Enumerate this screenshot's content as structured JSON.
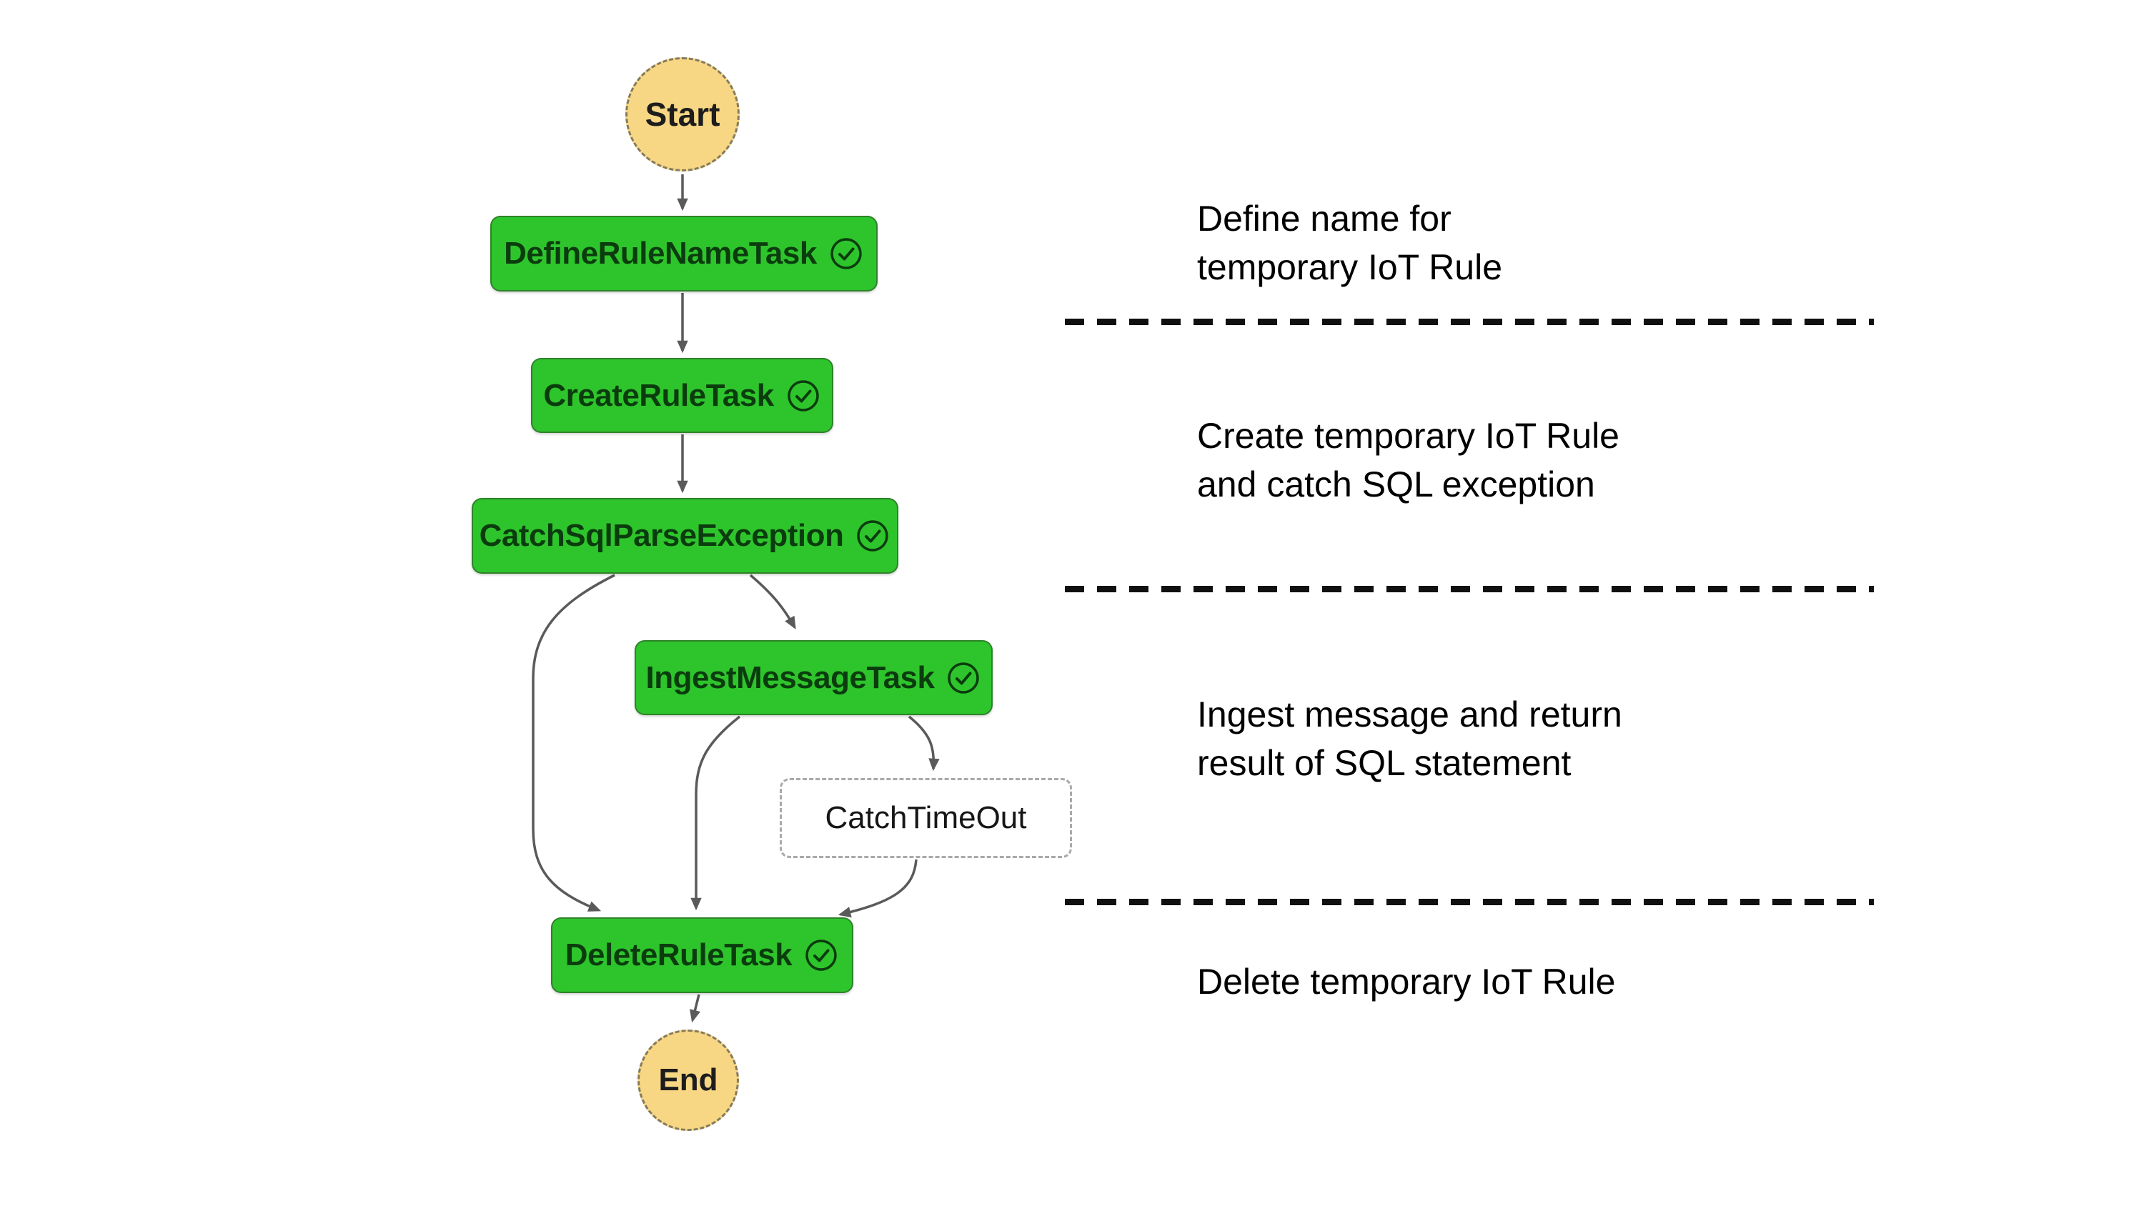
{
  "workflow": {
    "start": {
      "label": "Start"
    },
    "end": {
      "label": "End"
    },
    "tasks": [
      {
        "label": "DefineRuleNameTask",
        "status": "succeeded"
      },
      {
        "label": "CreateRuleTask",
        "status": "succeeded"
      },
      {
        "label": "CatchSqlParseException",
        "status": "succeeded"
      },
      {
        "label": "IngestMessageTask",
        "status": "succeeded"
      },
      {
        "label": "CatchTimeOut",
        "status": "catch"
      },
      {
        "label": "DeleteRuleTask",
        "status": "succeeded"
      }
    ]
  },
  "annotations": {
    "sections": [
      {
        "line1": "Define name for",
        "line2": "temporary IoT Rule"
      },
      {
        "line1": "Create temporary IoT Rule",
        "line2": "and catch SQL exception"
      },
      {
        "line1": "Ingest message and return",
        "line2": "result of SQL statement"
      },
      {
        "line1": "Delete temporary IoT Rule",
        "line2": ""
      }
    ]
  },
  "colors": {
    "task_fill": "#2EC52C",
    "task_text": "#0B3C0E",
    "terminal_fill": "#F8D784",
    "terminal_border": "#847B5F",
    "catch_border": "#A9A9A9",
    "edge": "#5A5A5A",
    "annotation_text": "#000000",
    "divider": "#101010"
  }
}
